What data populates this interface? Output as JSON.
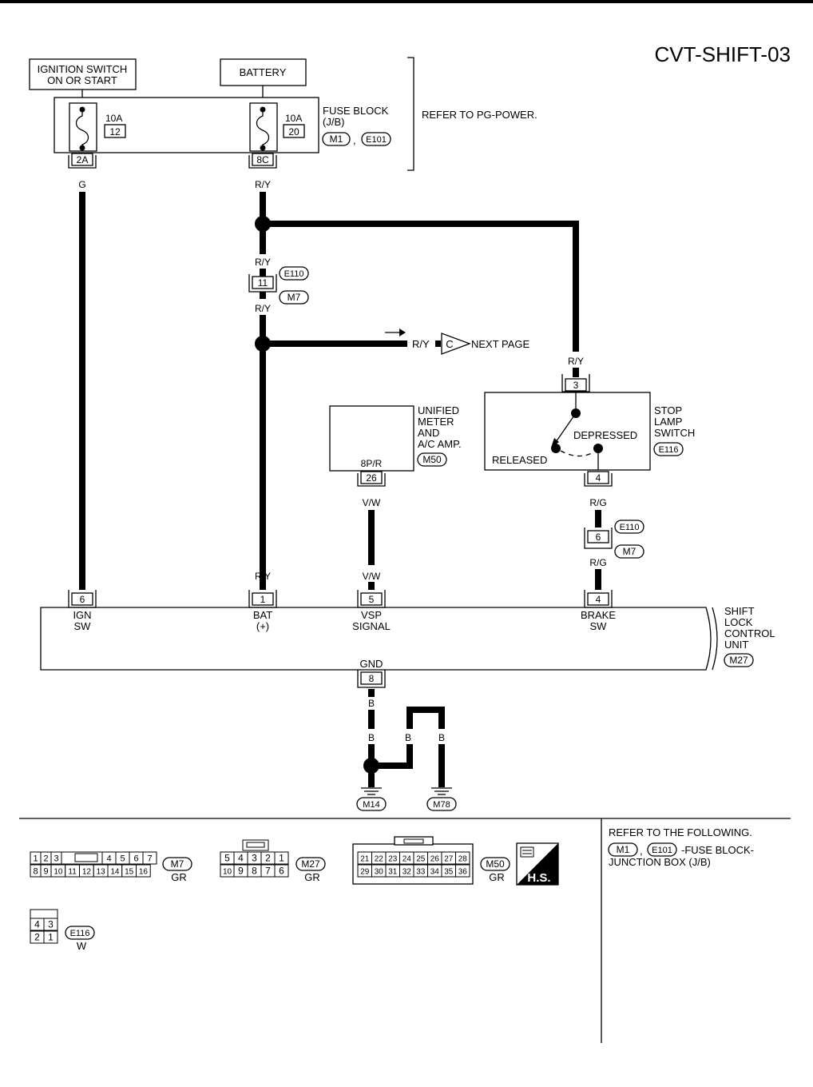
{
  "title": "CVT-SHIFT-03",
  "ignition_switch": {
    "line1": "IGNITION SWITCH",
    "line2": "ON OR START"
  },
  "battery": "BATTERY",
  "fuse_block": {
    "fuse1": {
      "amps": "10A",
      "num": "12",
      "terminal": "2A",
      "wire": "G"
    },
    "fuse2": {
      "amps": "10A",
      "num": "20",
      "terminal": "8C",
      "wire": "R/Y"
    },
    "label_line1": "FUSE BLOCK",
    "label_line2": "(J/B)",
    "conn1": "M1",
    "comma": ",",
    "conn2": "E101",
    "refer": "REFER TO PG-POWER."
  },
  "joint_connector": {
    "wire_top": "R/Y",
    "terminal": "11",
    "conn_top": "E110",
    "conn_bottom": "M7",
    "wire_bottom": "R/Y"
  },
  "next_page": {
    "wire": "R/Y",
    "letter": "C",
    "label": "NEXT PAGE"
  },
  "unified_meter": {
    "line1": "UNIFIED",
    "line2": "METER",
    "line3": "AND",
    "line4": "A/C AMP.",
    "conn": "M50",
    "pin_label": "8P/R",
    "terminal": "26",
    "wire": "V/W"
  },
  "stop_lamp_switch": {
    "wire_top": "R/Y",
    "terminal_top": "3",
    "line1": "STOP",
    "line2": "LAMP",
    "line3": "SWITCH",
    "conn": "E116",
    "depressed": "DEPRESSED",
    "released": "RELEASED",
    "terminal_bottom": "4",
    "wire_bottom": "R/G"
  },
  "brake_joint": {
    "terminal": "6",
    "conn_top": "E110",
    "conn_bottom": "M7",
    "wire_bottom": "R/G"
  },
  "shift_lock_unit": {
    "line1": "SHIFT",
    "line2": "LOCK",
    "line3": "CONTROL",
    "line4": "UNIT",
    "conn": "M27",
    "pins": [
      {
        "wire": "G",
        "num": "6",
        "l1": "IGN",
        "l2": "SW"
      },
      {
        "wire": "R/Y",
        "num": "1",
        "l1": "BAT",
        "l2": "(+)"
      },
      {
        "wire": "V/W",
        "num": "5",
        "l1": "VSP",
        "l2": "SIGNAL"
      },
      {
        "wire": "R/G",
        "num": "4",
        "l1": "BRAKE",
        "l2": "SW"
      }
    ],
    "gnd_label": "GND",
    "gnd_terminal": "8"
  },
  "ground": {
    "wire": "B",
    "wire2": "B",
    "wire3": "B",
    "wire4": "B",
    "ground1": "M14",
    "ground2": "M78"
  },
  "connectors": {
    "m7": {
      "row1": [
        "1",
        "2",
        "3",
        "4",
        "5",
        "6",
        "7"
      ],
      "row2": [
        "8",
        "9",
        "10",
        "11",
        "12",
        "13",
        "14",
        "15",
        "16"
      ],
      "name": "M7",
      "color": "GR"
    },
    "m27": {
      "row1": [
        "5",
        "4",
        "3",
        "2",
        "1"
      ],
      "row2": [
        "10",
        "9",
        "8",
        "7",
        "6"
      ],
      "name": "M27",
      "color": "GR"
    },
    "m50": {
      "row1": [
        "21",
        "22",
        "23",
        "24",
        "25",
        "26",
        "27",
        "28"
      ],
      "row2": [
        "29",
        "30",
        "31",
        "32",
        "33",
        "34",
        "35",
        "36"
      ],
      "name": "M50",
      "color": "GR"
    },
    "e116": {
      "row1": [
        "4",
        "3"
      ],
      "row2": [
        "2",
        "1"
      ],
      "name": "E116",
      "color": "W"
    },
    "hs_label": "H.S."
  },
  "refer_following": {
    "title": "REFER TO THE FOLLOWING.",
    "conn1": "M1",
    "comma": ",",
    "conn2": "E101",
    "desc1": "-FUSE BLOCK-",
    "desc2": "JUNCTION BOX (J/B)"
  }
}
